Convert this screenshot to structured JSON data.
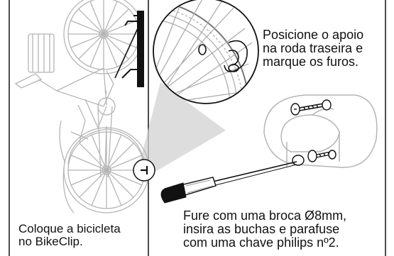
{
  "colors": {
    "line": "#111111",
    "sketch": "#b9b9b9",
    "sketch_dark": "#8a8a8a",
    "shadow_cone": "#cfcfcf",
    "background": "#ffffff"
  },
  "captions": {
    "left": {
      "line1": "Coloque a bicicleta",
      "line2": "no BikeClip."
    },
    "top_right": {
      "line1": "Posicione o apoio",
      "line2": "na roda traseira e",
      "line3": "marque os furos."
    },
    "bottom_right": {
      "line1": "Fure com uma broca Ø8mm,",
      "line2": "insira as buchas e parafuse",
      "line3": "com uma chave philips nº2."
    }
  },
  "icons": {
    "magnifier": "zoom-detail-circle-icon",
    "hook": "bikeclip-hook-icon",
    "screwdriver": "philips-screwdriver-icon",
    "screw": "wall-screw-icon"
  }
}
